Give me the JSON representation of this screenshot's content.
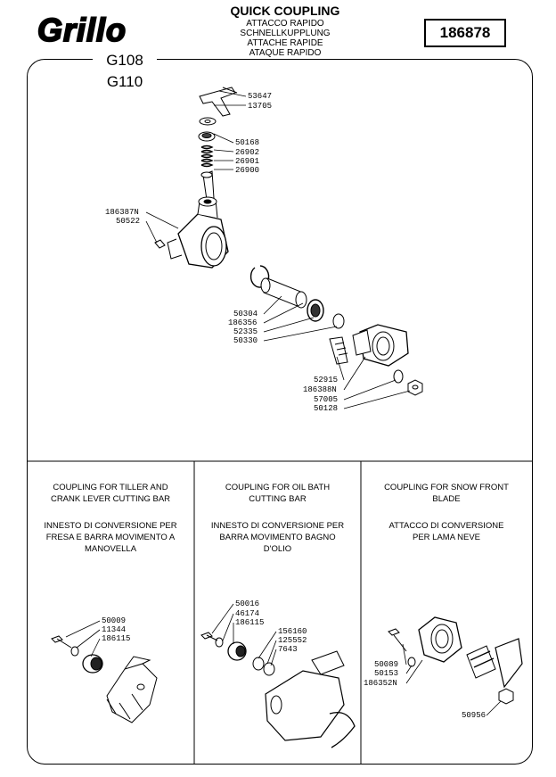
{
  "header": {
    "brand": "Grillo",
    "title": "QUICK COUPLING",
    "subtitles": [
      "ATTACCO RAPIDO",
      "SCHNELLKUPPLUNG",
      "ATTACHE RAPIDE",
      "ATAQUE RAPIDO"
    ],
    "part_number": "186878",
    "models": [
      "G108",
      "G110"
    ]
  },
  "main_diagram": {
    "part_labels": [
      "53647",
      "13705",
      "50168",
      "26902",
      "26901",
      "26900",
      "186387N",
      "50522",
      "50304",
      "186356",
      "52335",
      "50330",
      "52915",
      "186388N",
      "57005",
      "50128"
    ]
  },
  "panels": [
    {
      "caption_en": [
        "COUPLING FOR TILLER AND",
        "CRANK LEVER CUTTING BAR"
      ],
      "caption_it": [
        "INNESTO DI CONVERSIONE PER",
        "FRESA E BARRA MOVIMENTO A",
        "MANOVELLA"
      ],
      "part_labels": [
        "50009",
        "11344",
        "186115"
      ]
    },
    {
      "caption_en": [
        "COUPLING FOR OIL BATH",
        "CUTTING BAR"
      ],
      "caption_it": [
        "INNESTO DI CONVERSIONE PER",
        "BARRA MOVIMENTO BAGNO",
        "D'OLIO"
      ],
      "part_labels": [
        "50016",
        "46174",
        "186115",
        "156160",
        "125552",
        "7643"
      ]
    },
    {
      "caption_en": [
        "COUPLING FOR SNOW FRONT",
        "BLADE"
      ],
      "caption_it": [
        "ATTACCO DI CONVERSIONE",
        "PER LAMA NEVE"
      ],
      "part_labels": [
        "50089",
        "50153",
        "186352N",
        "50956"
      ]
    }
  ]
}
